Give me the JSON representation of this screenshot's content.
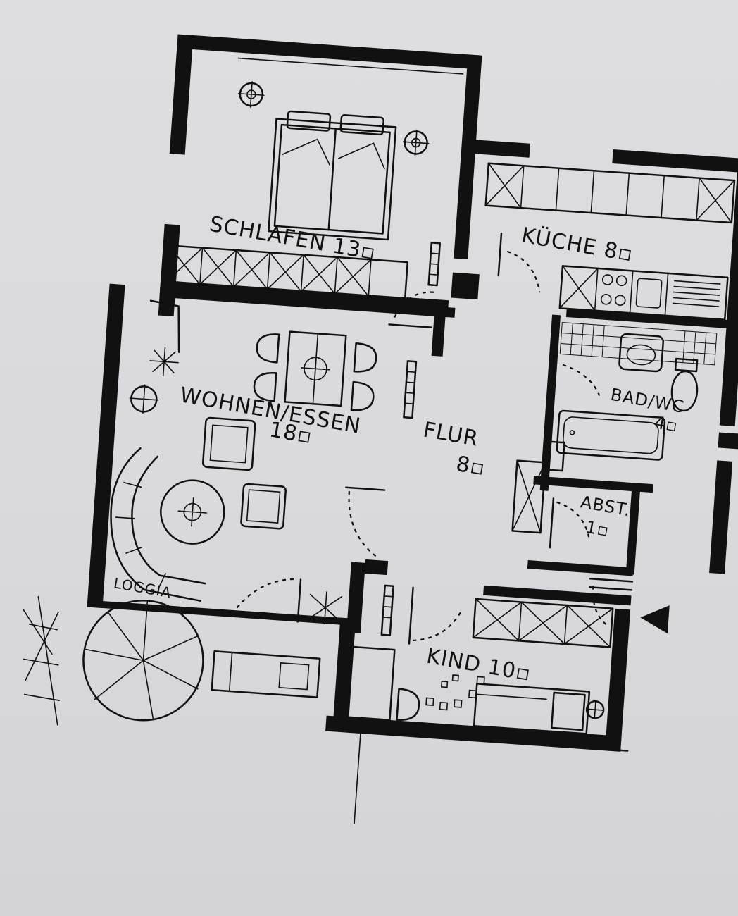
{
  "plan": {
    "rooms": {
      "schlafen": "SCHLAFEN 13▫",
      "kueche": "KÜCHE 8▫",
      "wohnen_line1": "WOHNEN/ESSEN",
      "wohnen_line2": "18▫",
      "flur_line1": "FLUR",
      "flur_line2": "8▫",
      "bad_line1": "BAD/WC",
      "bad_line2": "4▫",
      "abst_line1": "ABST.",
      "abst_line2": "1▫",
      "kind": "KIND 10▫",
      "loggia": "LOGGIA"
    },
    "colors": {
      "ink": "#111111",
      "paper": "#dcdcdf"
    }
  }
}
